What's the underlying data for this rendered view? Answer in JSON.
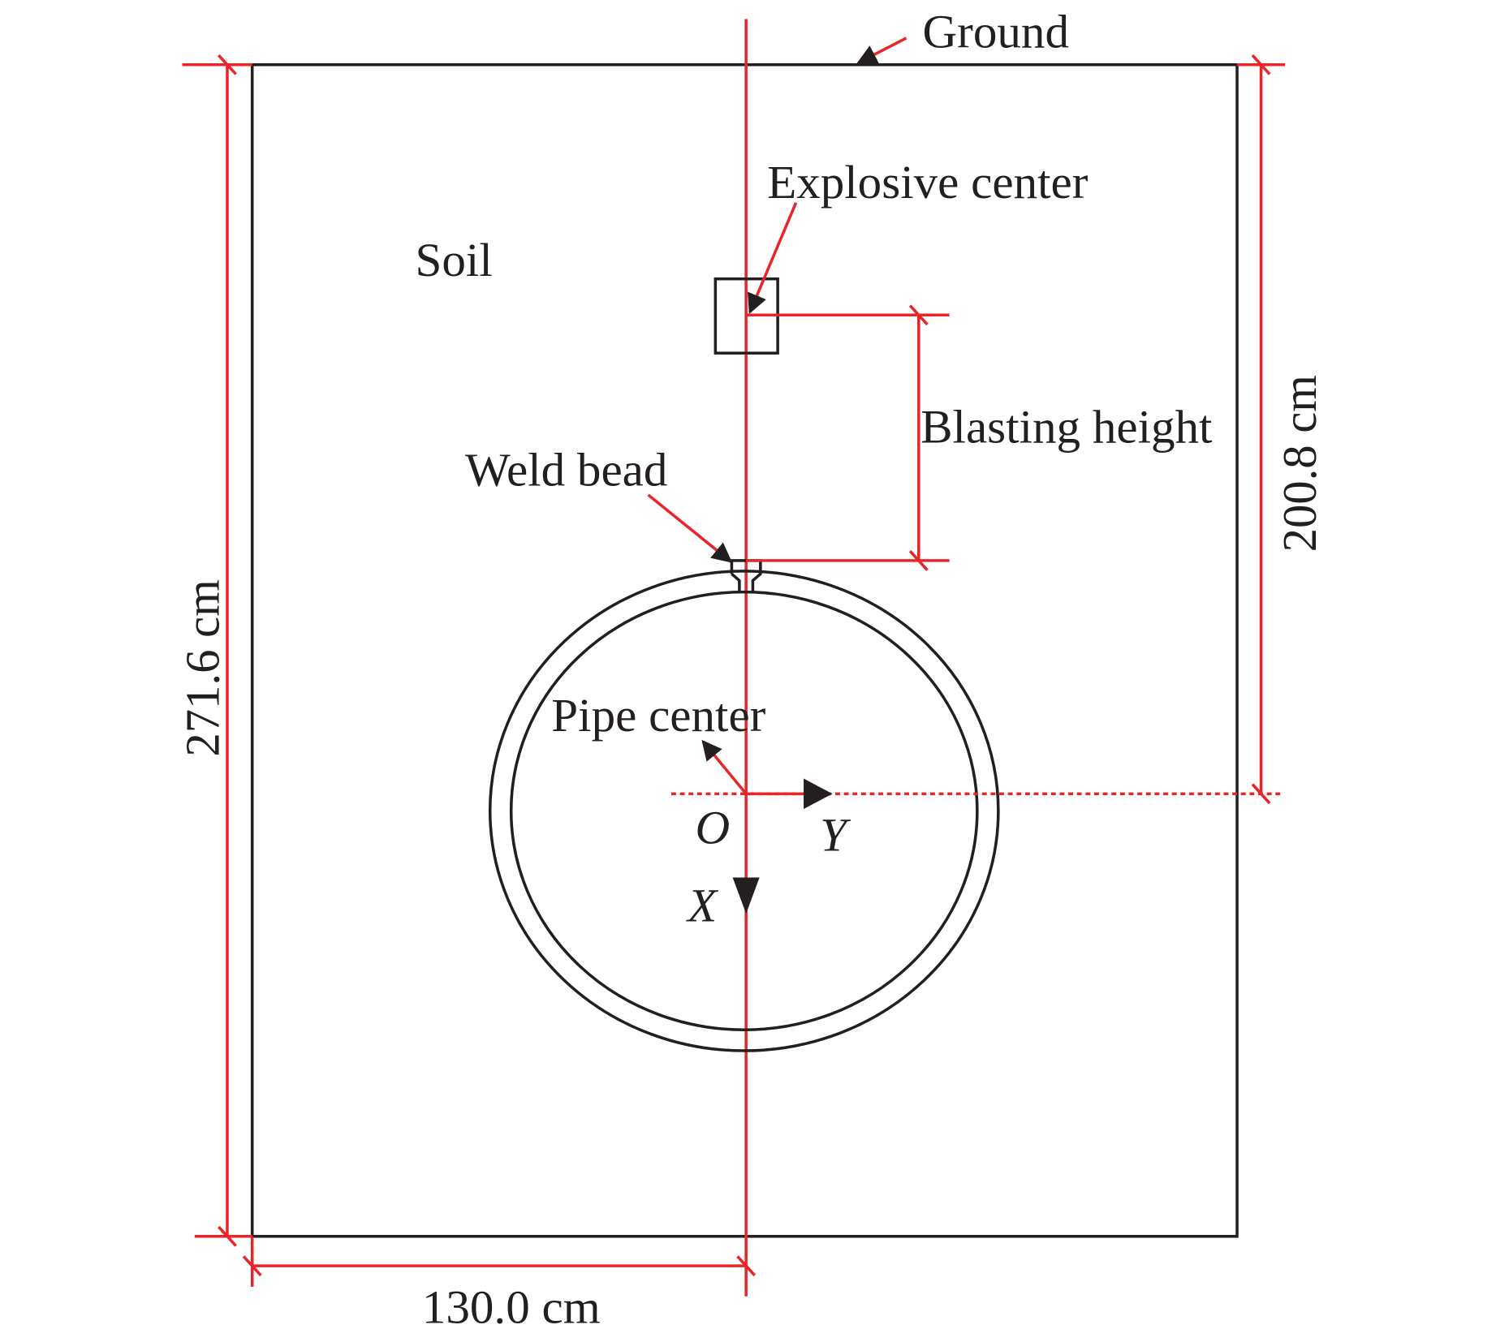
{
  "labels": {
    "ground": "Ground",
    "explosive_center": "Explosive center",
    "soil": "Soil",
    "blasting_height": "Blasting height",
    "weld_bead": "Weld bead",
    "pipe_center": "Pipe center",
    "origin": "O",
    "axis_y": "Y",
    "axis_x": "X"
  },
  "dimensions": {
    "height": "271.6 cm",
    "depth_to_center": "200.8 cm",
    "half_width": "130.0 cm"
  },
  "colors": {
    "line": "#231f20",
    "dimension": "#e8262a"
  }
}
